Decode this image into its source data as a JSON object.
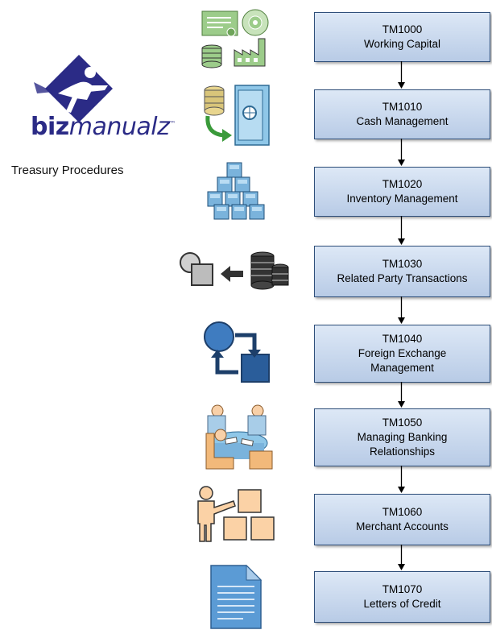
{
  "logo": {
    "brand_bold": "biz",
    "brand_light": "manualz",
    "trademark": "™"
  },
  "subtitle": "Treasury Procedures",
  "steps": [
    {
      "code": "TM1000",
      "title": "Working Capital",
      "icon": "certificate-coins-factory-icon"
    },
    {
      "code": "TM1010",
      "title": "Cash Management",
      "icon": "coins-vault-icon"
    },
    {
      "code": "TM1020",
      "title": "Inventory Management",
      "icon": "stacked-boxes-icon"
    },
    {
      "code": "TM1030",
      "title": "Related Party Transactions",
      "icon": "shapes-from-database-icon"
    },
    {
      "code": "TM1040",
      "title": "Foreign Exchange Management",
      "icon": "exchange-cycle-icon"
    },
    {
      "code": "TM1050",
      "title": "Managing Banking Relationships",
      "icon": "meeting-table-icon"
    },
    {
      "code": "TM1060",
      "title": "Merchant Accounts",
      "icon": "presenter-boxes-icon"
    },
    {
      "code": "TM1070",
      "title": "Letters of Credit",
      "icon": "document-icon"
    }
  ]
}
